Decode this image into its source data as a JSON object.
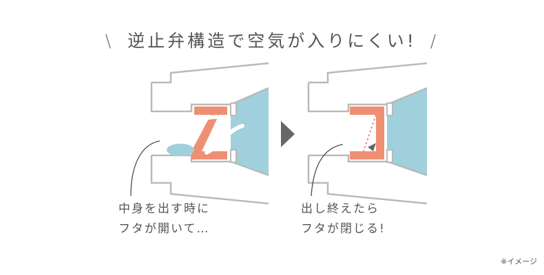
{
  "title": {
    "slash_left": "\\",
    "text": "逆止弁構造で空気が入りにくい!",
    "slash_right": "/"
  },
  "panels": [
    {
      "state": "open",
      "caption_line1": "中身を出す時に",
      "caption_line2": "フタが開いて…"
    },
    {
      "state": "closed",
      "caption_line1": "出し終えたら",
      "caption_line2": "フタが閉じる!"
    }
  ],
  "note": "※イメージ",
  "colors": {
    "liquid": "#9fd0dc",
    "valve": "#ef8f72",
    "outline": "#b9b9b9",
    "arrow": "#666666",
    "line": "#4a4a4a"
  }
}
